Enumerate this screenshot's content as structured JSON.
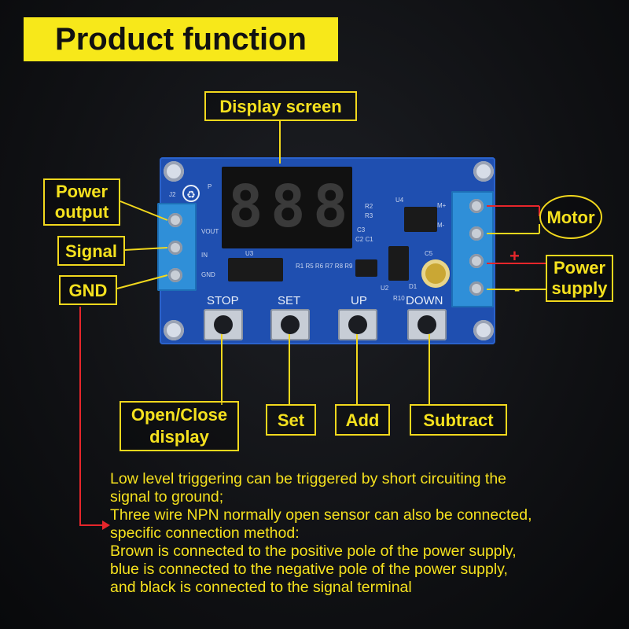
{
  "title": "Product function",
  "labels": {
    "display_screen": "Display screen",
    "power_output_1": "Power",
    "power_output_2": "output",
    "signal": "Signal",
    "gnd": "GND",
    "motor": "Motor",
    "power_supply_1": "Power",
    "power_supply_2": "supply",
    "plus": "+",
    "minus": "-",
    "open_close_1": "Open/Close",
    "open_close_2": "display",
    "set": "Set",
    "add": "Add",
    "subtract": "Subtract"
  },
  "board": {
    "display_digits": [
      "8",
      "8",
      "8"
    ],
    "buttons": [
      "STOP",
      "SET",
      "UP",
      "DOWN"
    ],
    "silk": {
      "j2": "J2",
      "u3": "U3",
      "u4": "U4",
      "u2": "U2",
      "r10": "R10",
      "m_plus": "M+",
      "m_minus": "M-",
      "vout": "VOUT",
      "in": "IN",
      "gnd": "GND",
      "r_row": "R1  R5 R6 R7 R8 R9",
      "r2": "R2",
      "r3": "R3",
      "c3": "C3",
      "c2c1": "C2 C1",
      "d1": "D1",
      "c5": "C5",
      "p": "P"
    }
  },
  "description": [
    "Low level triggering can be triggered by short circuiting the",
    "signal to ground;",
    "Three wire NPN normally open sensor can also be connected,",
    "specific connection method:",
    "Brown is connected to the positive pole of the power supply,",
    "blue is connected to the negative pole of the power supply,",
    "and black is connected to the signal terminal"
  ],
  "colors": {
    "accent": "#f5e11e",
    "title_bg": "#f7e81a",
    "pcb": "#1f4fb0",
    "terminal": "#2f8fd8",
    "red_line": "#e6262b"
  },
  "icons": [
    "recycle-logo-icon",
    "arrow-right-icon"
  ]
}
